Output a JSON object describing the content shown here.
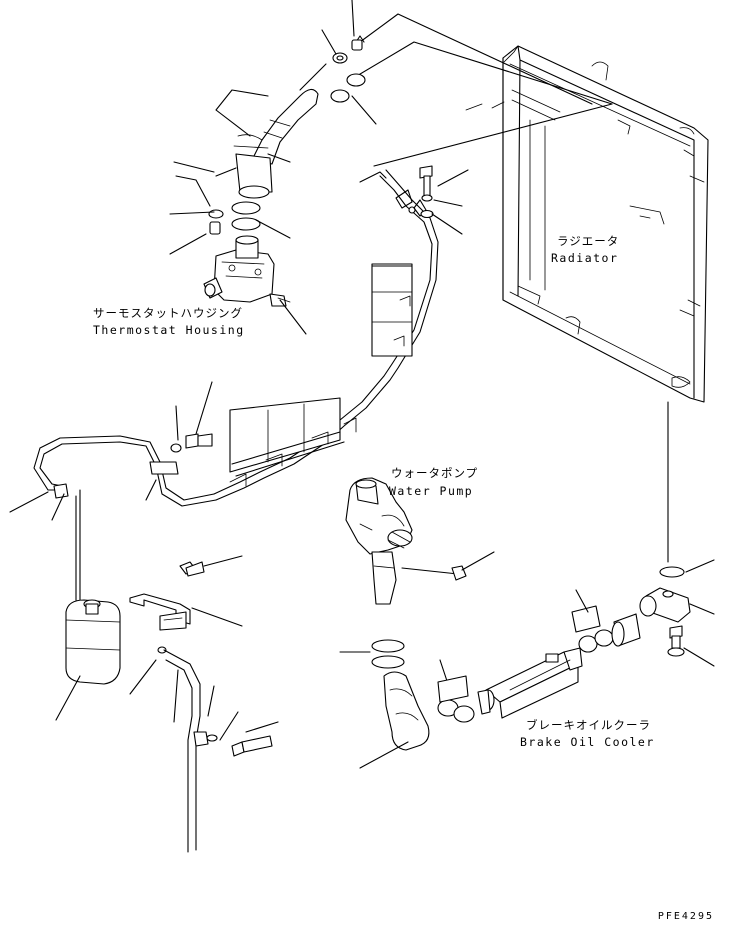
{
  "labels": {
    "radiator_jp": "ラジエータ",
    "radiator_en": "Radiator",
    "thermostat_jp": "サーモスタットハウジング",
    "thermostat_en": "Thermostat Housing",
    "water_pump_jp": "ウォータポンプ",
    "water_pump_en": "Water Pump",
    "brake_oil_cooler_jp": "ブレーキオイルクーラ",
    "brake_oil_cooler_en": "Brake Oil Cooler"
  },
  "drawing_code": "PFE4295"
}
